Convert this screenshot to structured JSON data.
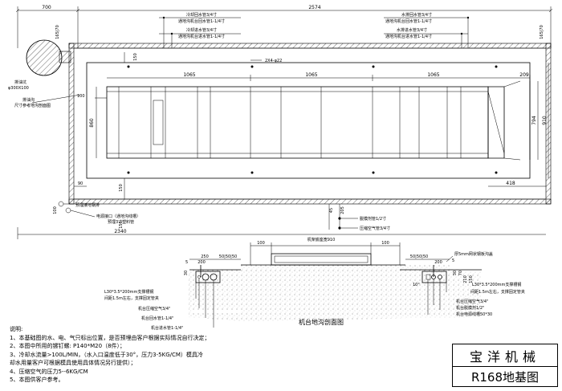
{
  "dims_top": {
    "left": "700",
    "right": "2574"
  },
  "pipes_left": [
    "冷却回水管3/4寸",
    "通地沟机台回水管1-1/4寸",
    "冷却进水管3/4寸",
    "通地沟机台进水管1-1/4寸"
  ],
  "pipes_right": [
    "水排回水管3/4寸",
    "通地沟机台回水管1-1/4寸",
    "水排进水管3/4寸",
    "通地沟机台进水管1-1/4寸"
  ],
  "dims_plan": {
    "d165_70_left": "165|70",
    "d165_70_right": "165|70",
    "d150_top": "150",
    "d2x4": "2X4-φ22",
    "d1065_a": "1065",
    "d1065_b": "1065",
    "d1065_c": "1065",
    "d209": "209",
    "d100": "100",
    "d860": "860",
    "d794": "794",
    "d910": "910",
    "d90": "90",
    "d150_bot": "150",
    "d418": "418",
    "d100_b": "100",
    "d155": "155",
    "d2340": "2340",
    "d45": "45",
    "d205": "205"
  },
  "left_notes": {
    "drain": "排油坑",
    "drain_size": "φ300X100",
    "trench": "排油沟",
    "trench_ref": "尺寸参考地沟剖面图",
    "embed_plate": "预埋接地钢排",
    "power_port": "电源接口（通地沟线槽）",
    "power_tube": "预埋3寸塑料管"
  },
  "right_notes": {
    "remove": "脱模剂管1/2寸",
    "air": "压缩空气管3/4寸"
  },
  "section": {
    "title": "机台地沟剖面图",
    "base_width": "机架底座宽910",
    "d100_l": "100",
    "d100_r": "100",
    "d250": "250",
    "d200_l": "200",
    "d200_r": "200",
    "d5050_l": "50|50|50",
    "d5050_r": "50|50|50",
    "d5_l": "5",
    "d5_r": "5",
    "d30_l": "30",
    "d30_r": "30",
    "d70": "70",
    "d210": "210",
    "d150": "150",
    "d10": "10°",
    "plate": "厚5mm网状钢板沟盖",
    "steel_l1": "L30*3.5*200mm支撑槽钢",
    "steel_l2": "间距1.5m左右，支撑固定管夹",
    "steel_r1": "L30*3.5*200mm支撑槽钢",
    "steel_r2": "间距1.5m左右，支撑固定管夹",
    "lbl_l1": "机台压缩空气3/4\"",
    "lbl_l2": "机台回水管1-1/4\"",
    "lbl_l3": "机台进水管1-1/4\"",
    "lbl_r1": "机台压缩空气3/4\"",
    "lbl_r2": "机台脱模剂1/2\"",
    "lbl_r3": "机台电源线槽50*30"
  },
  "notes": {
    "heading": "说明:",
    "items": [
      "1、本基础图的水、电、气只标出位置，是否预埋由客户根据实际情况自行决定；",
      "2、本图中所用的镙钉螺: P140*M20（8件）；",
      "3、冷却水流量>100L/MIN，（水入口温度低于30°，压力3-5KG/CM）模具冷",
      "却水用量客户可根据模具使用具体情况另行提供）；",
      "4、压缩空气的压力5--6KG/CM",
      "5、本图供客户参考。"
    ]
  },
  "title_block": {
    "company": "宝洋机械",
    "drawing": "R168地基图"
  }
}
